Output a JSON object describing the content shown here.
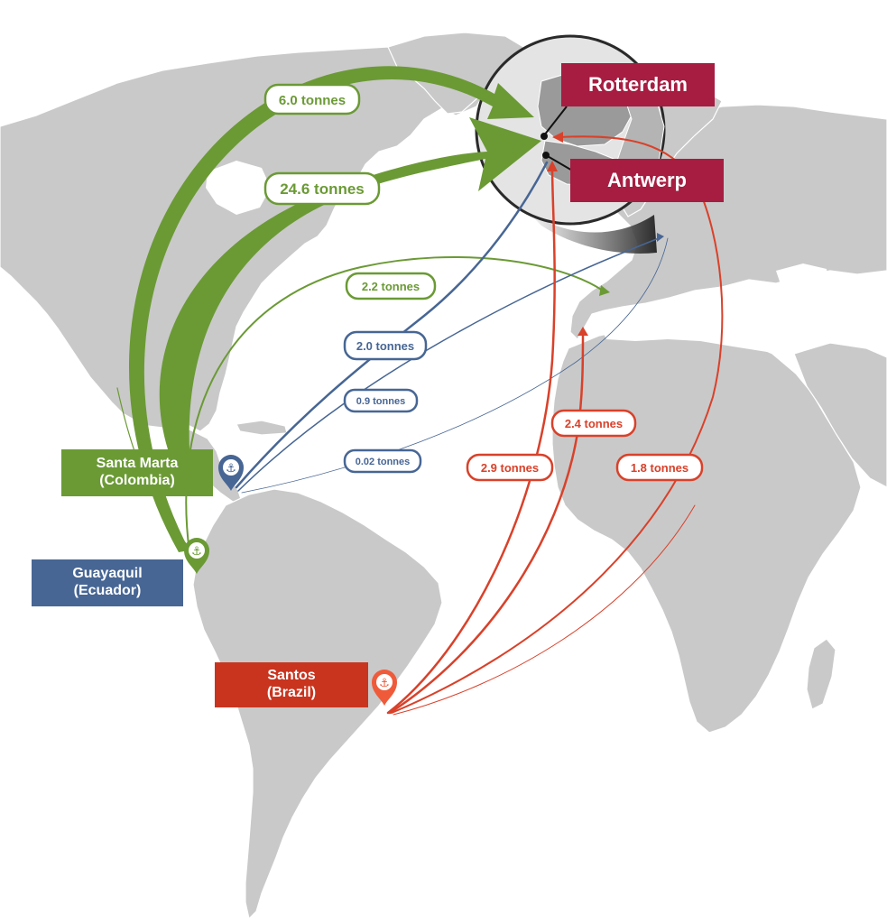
{
  "colors": {
    "green": "#6b9a35",
    "blue": "#476694",
    "red": "#d9412a",
    "destination": "#a61d41",
    "land": "#c9c9c9",
    "zoom_land": "#9a9a9a"
  },
  "destinations": [
    {
      "id": "rotterdam",
      "name": "Rotterdam"
    },
    {
      "id": "antwerp",
      "name": "Antwerp"
    }
  ],
  "origins": [
    {
      "id": "santa-marta",
      "line1": "Santa Marta",
      "line2": "(Colombia)",
      "color": "green",
      "icon": "anchor-pin-icon"
    },
    {
      "id": "guayaquil",
      "line1": "Guayaquil",
      "line2": "(Ecuador)",
      "color": "blue",
      "icon": "anchor-pin-icon"
    },
    {
      "id": "santos",
      "line1": "Santos",
      "line2": "(Brazil)",
      "color": "red",
      "icon": "anchor-pin-icon"
    }
  ],
  "flows": [
    {
      "id": "flow-6-0",
      "label": "6.0 tonnes",
      "tonnes": 6.0,
      "color": "green"
    },
    {
      "id": "flow-24-6",
      "label": "24.6 tonnes",
      "tonnes": 24.6,
      "color": "green"
    },
    {
      "id": "flow-2-2",
      "label": "2.2 tonnes",
      "tonnes": 2.2,
      "color": "green"
    },
    {
      "id": "flow-2-0",
      "label": "2.0 tonnes",
      "tonnes": 2.0,
      "color": "blue"
    },
    {
      "id": "flow-0-9",
      "label": "0.9 tonnes",
      "tonnes": 0.9,
      "color": "blue"
    },
    {
      "id": "flow-0-02",
      "label": "0.02 tonnes",
      "tonnes": 0.02,
      "color": "blue"
    },
    {
      "id": "flow-2-4",
      "label": "2.4 tonnes",
      "tonnes": 2.4,
      "color": "red"
    },
    {
      "id": "flow-2-9",
      "label": "2.9 tonnes",
      "tonnes": 2.9,
      "color": "red"
    },
    {
      "id": "flow-1-8",
      "label": "1.8 tonnes",
      "tonnes": 1.8,
      "color": "red"
    }
  ]
}
